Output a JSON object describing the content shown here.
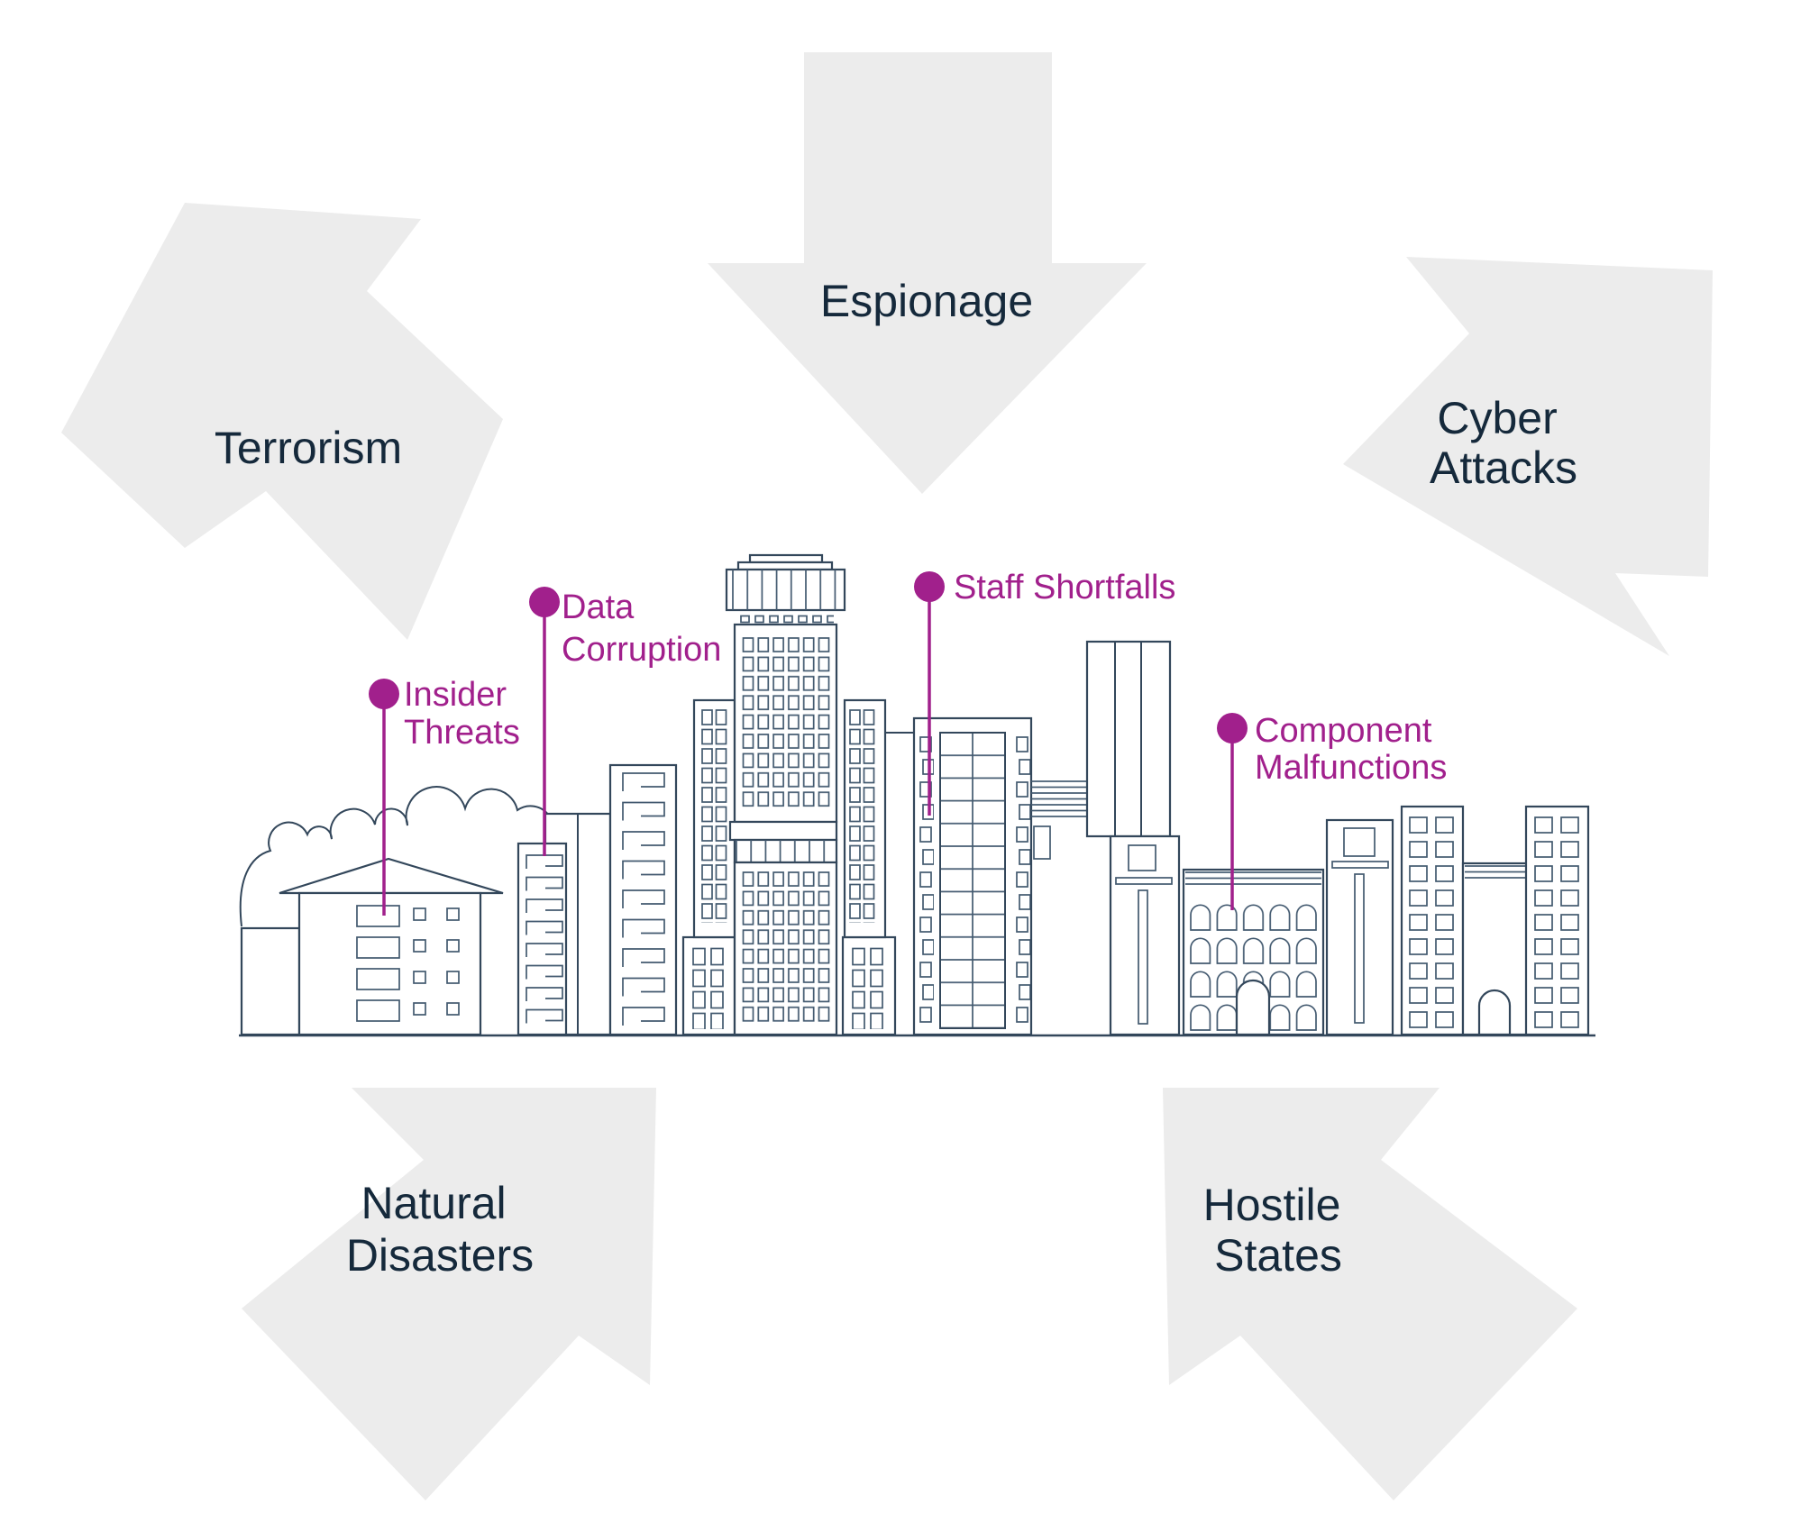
{
  "colors": {
    "background": "#ffffff",
    "arrow_fill": "#ececec",
    "heading_text": "#15293b",
    "marker_accent": "#a1208c",
    "line_art": "#33475b"
  },
  "external_threats": [
    {
      "id": "terrorism",
      "lines": [
        "Terrorism"
      ]
    },
    {
      "id": "espionage",
      "lines": [
        "Espionage"
      ]
    },
    {
      "id": "cyber-attacks",
      "lines": [
        "Cyber",
        "Attacks"
      ]
    },
    {
      "id": "natural-disasters",
      "lines": [
        "Natural",
        "Disasters"
      ]
    },
    {
      "id": "hostile-states",
      "lines": [
        "Hostile",
        "States"
      ]
    }
  ],
  "internal_threats": [
    {
      "id": "insider-threats",
      "lines": [
        "Insider",
        "Threats"
      ]
    },
    {
      "id": "data-corruption",
      "lines": [
        "Data",
        "Corruption"
      ]
    },
    {
      "id": "staff-shortfalls",
      "lines": [
        "Staff Shortfalls"
      ]
    },
    {
      "id": "component-malfunctions",
      "lines": [
        "Component",
        "Malfunctions"
      ]
    }
  ]
}
